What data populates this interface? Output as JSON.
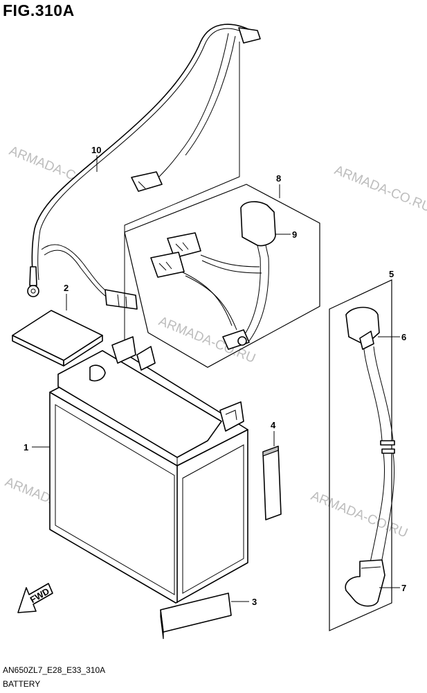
{
  "figure": {
    "title": "FIG.310A",
    "model_code": "AN650ZL7_E28_E33_310A",
    "section_name": "BATTERY"
  },
  "watermark_text": "ARMADA-CO.RU",
  "fwd_label": "FWD",
  "callouts": [
    "1",
    "2",
    "3",
    "4",
    "5",
    "6",
    "7",
    "8",
    "9",
    "10"
  ]
}
